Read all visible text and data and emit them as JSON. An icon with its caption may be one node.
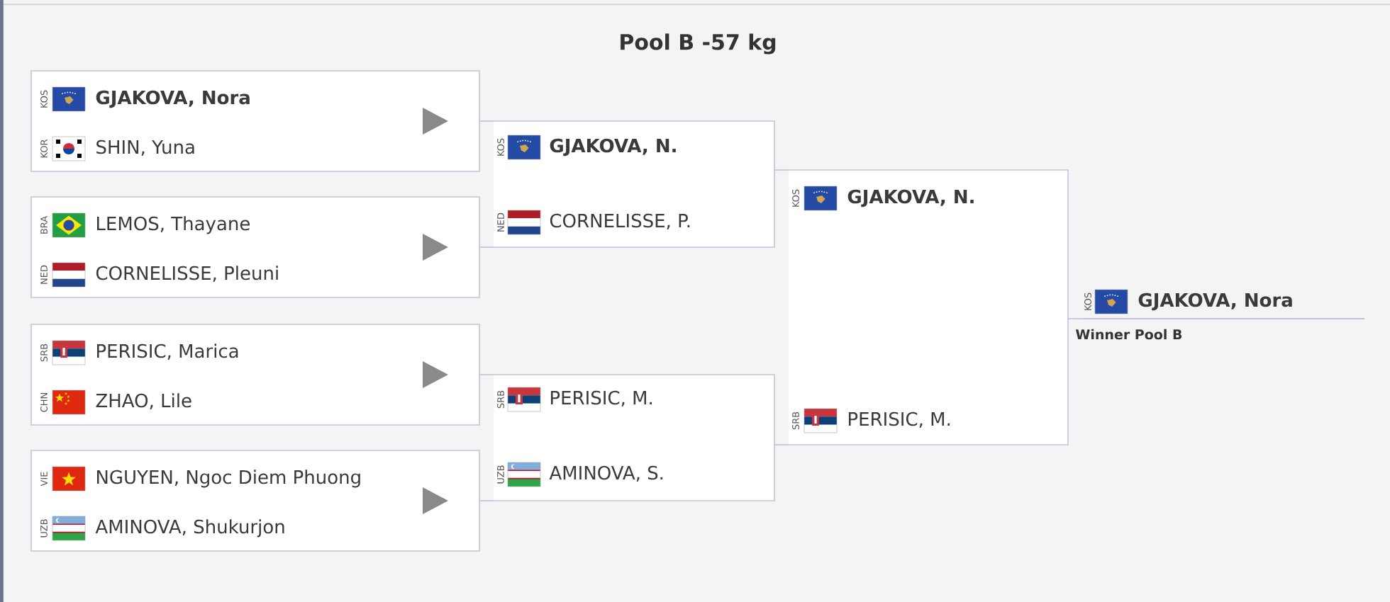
{
  "diagram": {
    "title": "Pool B -57 kg",
    "nodes": [
      {
        "text": [
          "KOS",
          "GJAKOVA, Nora",
          "KOR",
          "SHIN, Yuna"
        ]
      },
      {
        "text": [
          "BRA",
          "LEMOS, Thayane",
          "NED",
          "CORNELISSE, Pleuni"
        ]
      },
      {
        "text": [
          "SRB",
          "PERISIC, Marica",
          "CHN",
          "ZHAO, Lile"
        ]
      },
      {
        "text": [
          "VIE",
          "NGUYEN, Ngoc Diem Phuong",
          "UZB",
          "AMINOVA, Shukurjon"
        ]
      },
      {
        "text": [
          "KOS",
          "GJAKOVA, N.",
          "NED",
          "CORNELISSE, P."
        ]
      },
      {
        "text": [
          "SRB",
          "PERISIC, M.",
          "UZB",
          "AMINOVA, S."
        ]
      },
      {
        "text": [
          "KOS",
          "GJAKOVA, N.",
          "SRB",
          "PERISIC, M."
        ]
      },
      {
        "text": [
          "KOS",
          "GJAKOVA, Nora"
        ],
        "beside": [
          "Winner Pool B"
        ]
      }
    ],
    "edges": [
      {
        "from": 0,
        "to": 4,
        "arrow": "none"
      },
      {
        "from": 1,
        "to": 4,
        "arrow": "none"
      },
      {
        "from": 2,
        "to": 5,
        "arrow": "none"
      },
      {
        "from": 3,
        "to": 5,
        "arrow": "none"
      },
      {
        "from": 4,
        "to": 6,
        "arrow": "none"
      },
      {
        "from": 5,
        "to": 6,
        "arrow": "none"
      },
      {
        "from": 6,
        "to": 7,
        "arrow": "none"
      }
    ]
  }
}
